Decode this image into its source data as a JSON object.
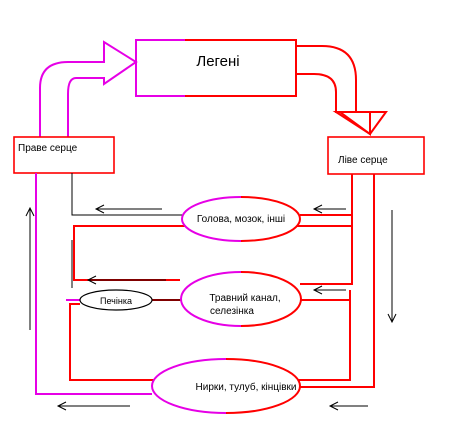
{
  "nodes": {
    "lungs": "Легені",
    "right_heart": "Праве серце",
    "left_heart": "Ліве серце",
    "head": "Голова, мозок, інші",
    "liver": "Печінка",
    "gut_line1": "Травний канал,",
    "gut_line2": "селезінка",
    "kidneys": "Нирки, тулуб, кінцівки"
  },
  "colors": {
    "venous": "#e600e6",
    "arterial": "#ff0000",
    "arrow": "#000000"
  }
}
